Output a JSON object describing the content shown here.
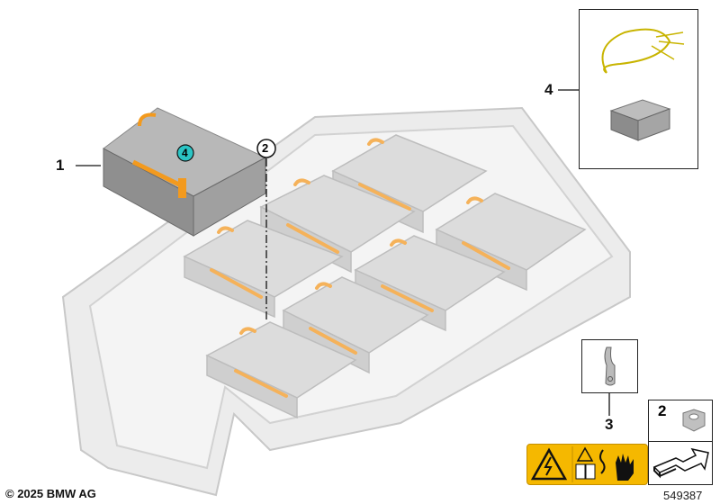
{
  "callouts": {
    "part1": "1",
    "part2": "2",
    "part3": "3",
    "part4": "4",
    "circle2": "2",
    "circle4": "4"
  },
  "footer": {
    "copyright": "© 2025 BMW AG",
    "diagram_number": "549387"
  },
  "colors": {
    "accent_orange": "#f39a1e",
    "highlight_teal": "#2bc4c4",
    "warning_yellow": "#f5b800"
  }
}
